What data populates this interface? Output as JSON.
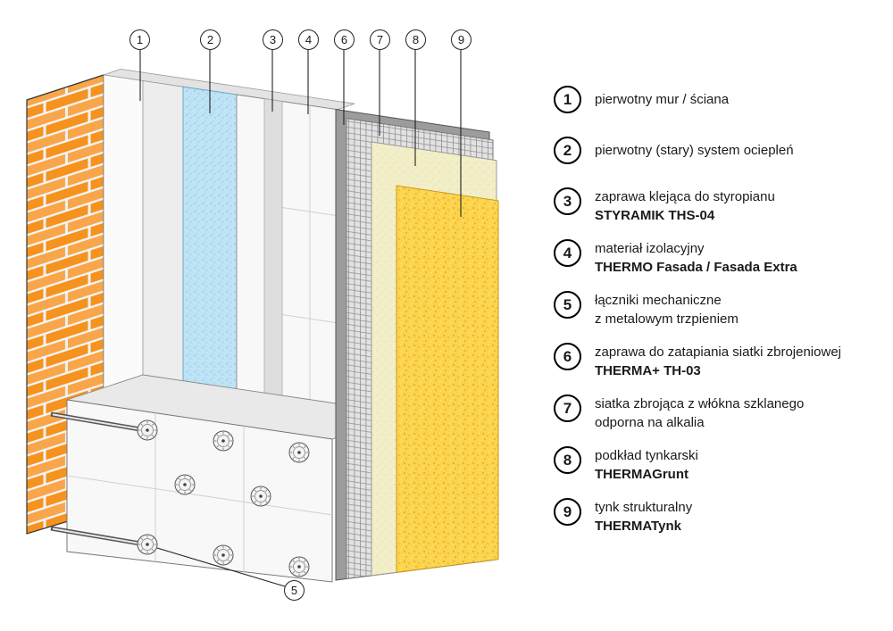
{
  "callouts": {
    "top": [
      {
        "label": "1"
      },
      {
        "label": "2"
      },
      {
        "label": "3"
      },
      {
        "label": "4"
      },
      {
        "label": "6"
      },
      {
        "label": "7"
      },
      {
        "label": "8"
      },
      {
        "label": "9"
      }
    ],
    "bottom": {
      "label": "5"
    }
  },
  "legend": {
    "items": [
      {
        "number": "1",
        "line1": "pierwotny mur / ściana",
        "line2": "",
        "line2_class": "l2 hidden"
      },
      {
        "number": "2",
        "line1": "pierwotny (stary) system ociepleń",
        "line2": "",
        "line2_class": "l2 hidden"
      },
      {
        "number": "3",
        "line1": "zaprawa klejąca do styropianu",
        "line2": "STYRAMIK THS-04",
        "line2_class": "l2 bold"
      },
      {
        "number": "4",
        "line1": "materiał izolacyjny",
        "line2": "THERMO Fasada / Fasada Extra",
        "line2_class": "l2 bold"
      },
      {
        "number": "5",
        "line1": "łączniki mechaniczne",
        "line2": "z metalowym trzpieniem",
        "line2_class": "l2"
      },
      {
        "number": "6",
        "line1": "zaprawa do zatapiania siatki zbrojeniowej",
        "line2": "THERMA+ TH-03",
        "line2_class": "l2 bold"
      },
      {
        "number": "7",
        "line1": "siatka zbrojąca z włókna szklanego",
        "line2": "odporna na alkalia",
        "line2_class": "l2"
      },
      {
        "number": "8",
        "line1": "podkład tynkarski",
        "line2": "THERMAGrunt",
        "line2_class": "l2 bold"
      },
      {
        "number": "9",
        "line1": "tynk strukturalny",
        "line2": "THERMATynk",
        "line2_class": "l2 bold"
      }
    ]
  },
  "diagram": {
    "colors": {
      "brick": "#F6921E",
      "brick_alt": "#F9A64A",
      "mortar": "#F3F3F3",
      "blue": "#BEE3F5",
      "blue_dot": "#8CC6E4",
      "wall_strip": "#FBFBFB",
      "backing": "#EDEDED",
      "adhesive": "#DEDEDE",
      "board": "#F8F8F8",
      "ledge": "#E9E9E9",
      "base_coat": "#9C9C9C",
      "mesh_bg": "#E2E2E2",
      "mesh_line": "#909090",
      "primer": "#F2EFC8",
      "primer_dot": "#DED8A4",
      "plaster": "#FBD44C",
      "plaster_dot": "#E9AE2E",
      "plaster_dot2": "#FFE791",
      "outline": "#333333"
    }
  }
}
